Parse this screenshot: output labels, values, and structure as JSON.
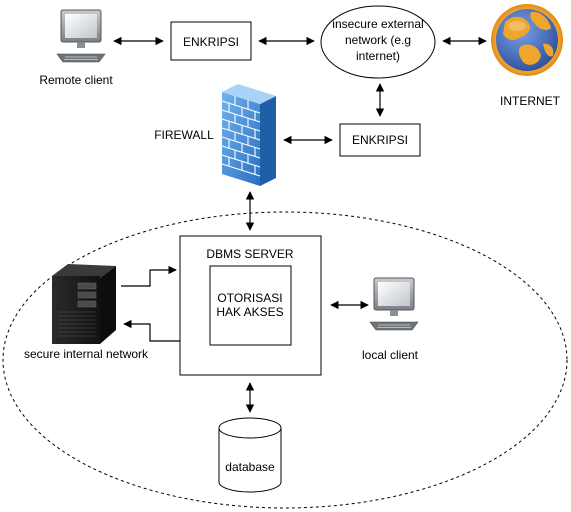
{
  "nodes": {
    "remote_client": "Remote client",
    "enkripsi_top": "ENKRIPSI",
    "insecure_network": [
      "insecure external",
      "network (e.g",
      "internet)"
    ],
    "internet": "INTERNET",
    "firewall": "FIREWALL",
    "enkripsi_mid": "ENKRIPSI",
    "dbms_server": "DBMS SERVER",
    "otorisasi": [
      "OTORISASI",
      "HAK AKSES"
    ],
    "secure_internal": "secure internal network",
    "local_client": "local client",
    "database": "database"
  },
  "icons": {
    "remote_client": "desktop-computer-icon",
    "local_client": "desktop-computer-icon",
    "internet": "globe-icon",
    "firewall": "brick-firewall-icon",
    "secure_internal": "server-tower-icon",
    "database": "database-cylinder-icon"
  },
  "colors": {
    "firewall_blue": "#4a90d9",
    "globe_orange": "#f39c12",
    "globe_blue": "#5d7ec6",
    "server_dark": "#1e1e1e"
  }
}
